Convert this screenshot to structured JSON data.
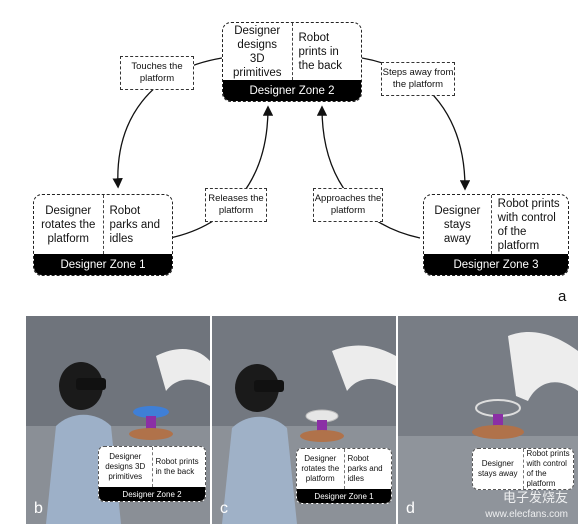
{
  "zones": {
    "z2": {
      "left": "Designer designs 3D primitives",
      "right": "Robot prints in the back",
      "footer": "Designer Zone 2"
    },
    "z1": {
      "left": "Designer rotates the platform",
      "right": "Robot parks and idles",
      "footer": "Designer Zone 1"
    },
    "z3": {
      "left": "Designer stays away",
      "right": "Robot prints with control of the platform",
      "footer": "Designer Zone 3"
    }
  },
  "transitions": {
    "touches": "Touches the platform",
    "steps_away": "Steps away from the platform",
    "releases": "Releases the platform",
    "approaches": "Approaches the platform"
  },
  "labels": {
    "a": "a",
    "b": "b",
    "c": "c",
    "d": "d"
  },
  "photos": {
    "b": {
      "left": "Designer designs 3D primitives",
      "right": "Robot prints in the back",
      "footer": "Designer Zone 2"
    },
    "c": {
      "left": "Designer rotates the platform",
      "right": "Robot parks and idles",
      "footer": "Designer Zone 1"
    },
    "d": {
      "left": "Designer stays away",
      "right": "Robot prints with control of the platform"
    }
  },
  "watermark": {
    "main": "电子发烧友",
    "url": "www.elecfans.com"
  }
}
